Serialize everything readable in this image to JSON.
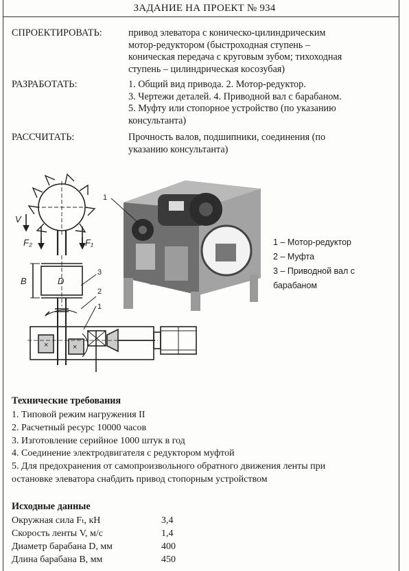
{
  "header": {
    "title": "ЗАДАНИЕ НА ПРОЕКТ № 934"
  },
  "task": [
    {
      "label": "СПРОЕКТИРОВАТЬ:",
      "lines": [
        "привод элеватора с коническо-цилиндрическим",
        "мотор-редуктором (быстроходная ступень –",
        "коническая передача с круговым зубом; тихоходная",
        "ступень – цилиндрическая косозубая)"
      ]
    },
    {
      "label": "РАЗРАБОТАТЬ:",
      "lines": [
        "1. Общий вид привода. 2. Мотор-редуктор.",
        "3. Чертежи деталей. 4. Приводной вал с барабаном.",
        "5. Муфту или стопорное устройство (по указанию",
        "консультанта)"
      ]
    },
    {
      "label": "РАССЧИТАТЬ:",
      "lines": [
        "Прочность валов, подшипники, соединения (по",
        "указанию консультанта)"
      ]
    }
  ],
  "scheme": {
    "label_v": "V",
    "label_f2": "F₂",
    "label_f1": "F₁",
    "label_b": "B",
    "label_d": "D",
    "callout_3": "3",
    "callout_2": "2",
    "callout_1": "1",
    "photo_callout_1": "1"
  },
  "legend": {
    "lines": [
      "1 – Мотор-редуктор",
      "2 – Муфта",
      "3 – Приводной вал с",
      "барабаном"
    ]
  },
  "requirements": {
    "title": "Технические требования",
    "lines": [
      "1. Типовой режим нагружения II",
      "2. Расчетный ресурс 10000 часов",
      "3. Изготовление серийное 1000 штук в год",
      "4. Соединение электродвигателя с редуктором муфтой",
      "5. Для предохранения от самопроизвольного обратного движения ленты при",
      "остановке элеватора снабдить привод стопорным устройством"
    ]
  },
  "source_data": {
    "title": "Исходные данные",
    "rows": [
      {
        "label": "Окружная сила Fₜ, кН",
        "value": "3,4"
      },
      {
        "label": "Скорость ленты V, м/с",
        "value": "1,4"
      },
      {
        "label": "Диаметр барабана D, мм",
        "value": "400"
      },
      {
        "label": "Длина барабана B, мм",
        "value": "450"
      }
    ]
  }
}
